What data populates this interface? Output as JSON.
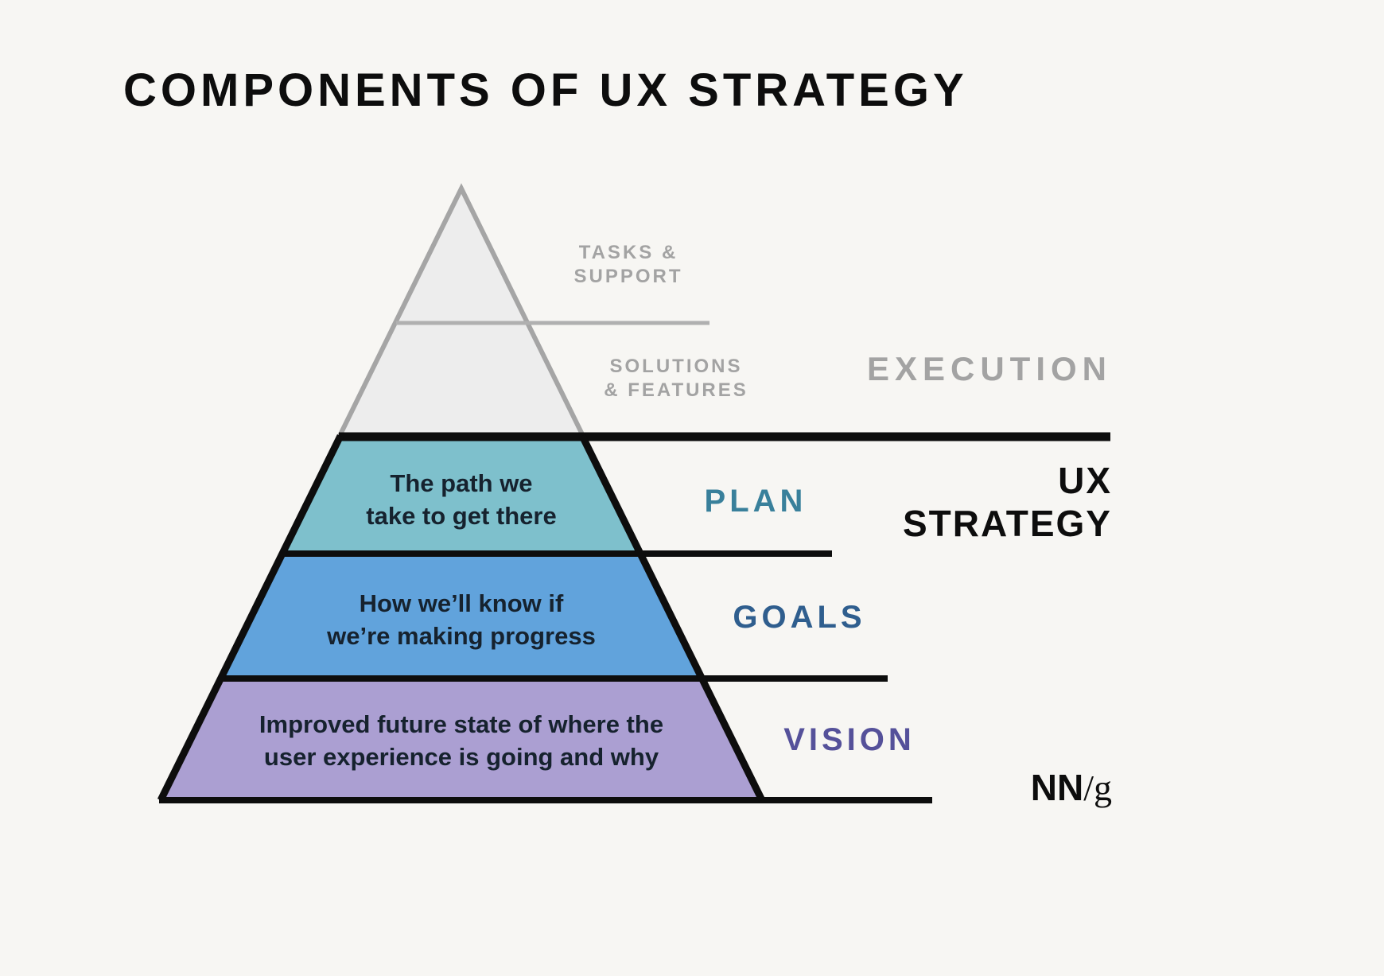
{
  "title": "COMPONENTS OF UX STRATEGY",
  "colors": {
    "background": "#f7f6f3",
    "execution_fill": "#ededed",
    "execution_stroke": "#a5a5a5",
    "gray_text": "#a3a3a3",
    "thin_gray_line": "#b0b0b0",
    "plan_fill": "#7ec0cc",
    "goals_fill": "#61a3dc",
    "vision_fill": "#ab9fd2",
    "plan_label": "#39809b",
    "goals_label": "#2f5e8e",
    "vision_label": "#55519a",
    "dark_text": "#16222e",
    "black": "#0d0d0d"
  },
  "execution": {
    "upper_label": {
      "line1": "TASKS &",
      "line2": "SUPPORT"
    },
    "lower_label": {
      "line1": "SOLUTIONS",
      "line2": "& FEATURES"
    },
    "side_label": "EXECUTION"
  },
  "levels": {
    "plan": {
      "label": "PLAN",
      "line1": "The path we",
      "line2": "take to get there"
    },
    "goals": {
      "label": "GOALS",
      "line1": "How we’ll know if",
      "line2": "we’re making progress"
    },
    "vision": {
      "label": "VISION",
      "line1": "Improved future state of where the",
      "line2": "user experience is going and why"
    }
  },
  "right_label": {
    "line1": "UX",
    "line2": "STRATEGY"
  },
  "logo": {
    "nn": "NN",
    "g": "/g"
  }
}
